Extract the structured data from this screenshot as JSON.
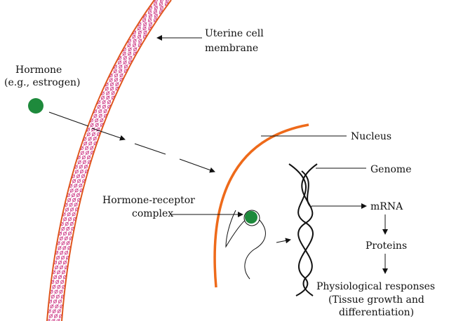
{
  "labels": {
    "membrane_line1": "Uterine cell",
    "membrane_line2": "membrane",
    "hormone_line1": "Hormone",
    "hormone_line2": "(e.g., estrogen)",
    "nucleus": "Nucleus",
    "genome": "Genome",
    "complex_line1": "Hormone-receptor",
    "complex_line2": "complex",
    "mrna": "mRNA",
    "proteins": "Proteins",
    "response_line1": "Physiological responses",
    "response_line2": "(Tissue growth and",
    "response_line3": "differentiation)"
  },
  "colors": {
    "membrane_edge": "#e0561e",
    "membrane_pattern": "#c8267a",
    "nucleus": "#ee6a1a",
    "hormone": "#1e8a3c",
    "ink": "#111111"
  },
  "icons": [
    "hormone-molecule-icon",
    "hormone-receptor-complex-icon"
  ]
}
